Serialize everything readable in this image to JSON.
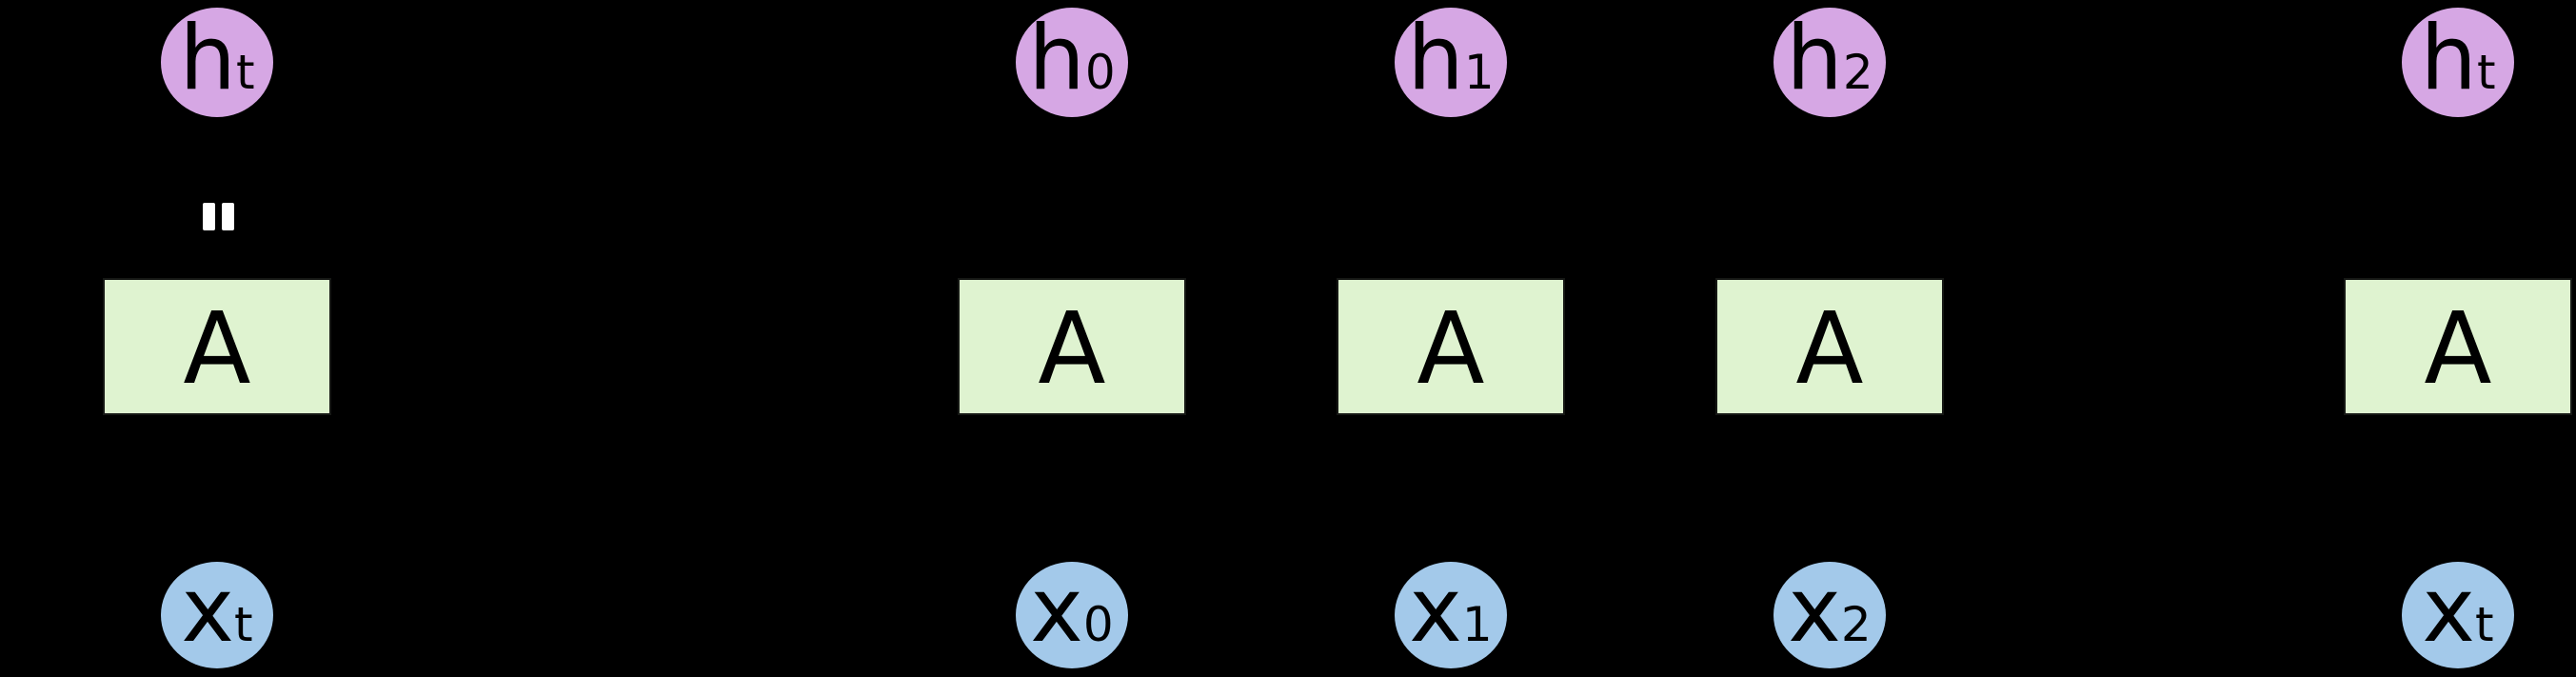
{
  "diagram": {
    "kind": "recurrent-neural-network-unrolled",
    "colors": {
      "background": "#000000",
      "hidden_node_fill": "#d6a7e4",
      "input_node_fill": "#a3c9ea",
      "cell_fill": "#dff3d0",
      "node_text": "#000000",
      "equals_sign": "#ffffff"
    },
    "equals": {
      "symbol": "="
    },
    "columns": [
      {
        "name": "rolled",
        "hidden": {
          "base": "h",
          "sub": "t"
        },
        "cell": "A",
        "input": {
          "base": "x",
          "sub": "t"
        }
      },
      {
        "name": "step-0",
        "hidden": {
          "base": "h",
          "sub": "0"
        },
        "cell": "A",
        "input": {
          "base": "x",
          "sub": "0"
        }
      },
      {
        "name": "step-1",
        "hidden": {
          "base": "h",
          "sub": "1"
        },
        "cell": "A",
        "input": {
          "base": "x",
          "sub": "1"
        }
      },
      {
        "name": "step-2",
        "hidden": {
          "base": "h",
          "sub": "2"
        },
        "cell": "A",
        "input": {
          "base": "x",
          "sub": "2"
        }
      },
      {
        "name": "step-t",
        "hidden": {
          "base": "h",
          "sub": "t"
        },
        "cell": "A",
        "input": {
          "base": "x",
          "sub": "t"
        }
      }
    ]
  }
}
